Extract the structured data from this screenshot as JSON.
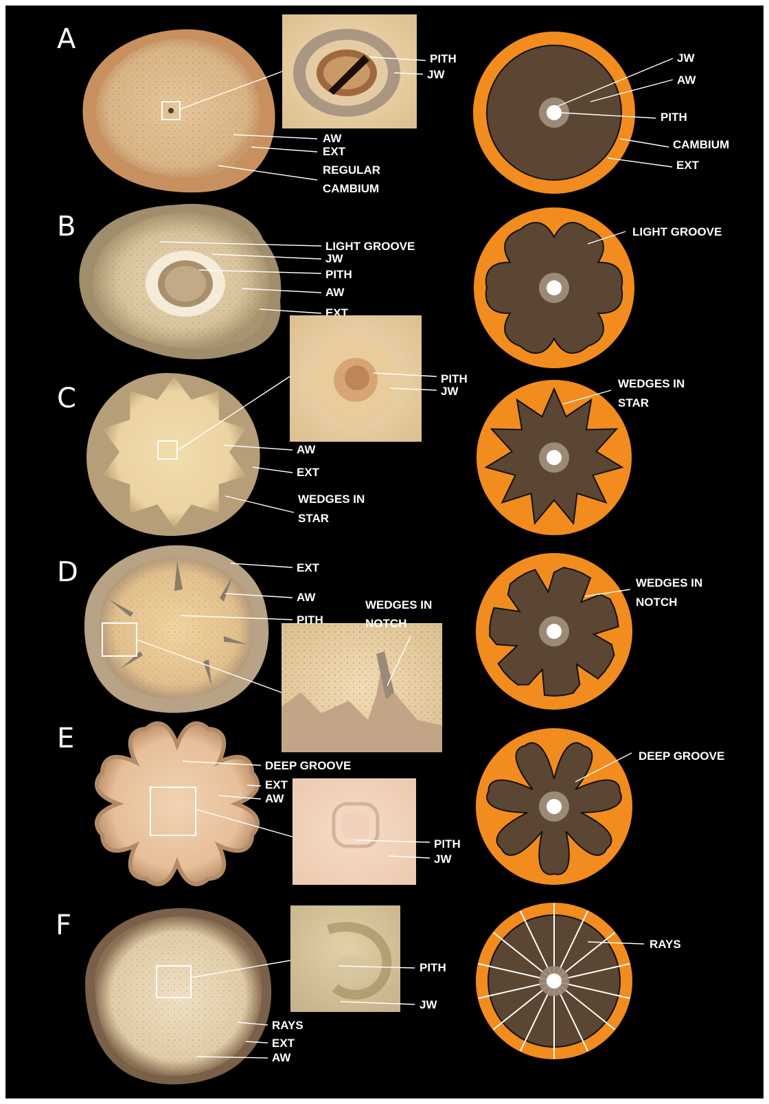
{
  "panels": [
    {
      "letter": "A",
      "photo_labels": [
        "AW",
        "EXT",
        "REGULAR",
        "CAMBIUM"
      ],
      "inset_labels": [
        "PITH",
        "JW"
      ],
      "diagram_labels": [
        "JW",
        "AW",
        "PITH",
        "CAMBIUM",
        "EXT"
      ]
    },
    {
      "letter": "B",
      "photo_labels": [
        "LIGHT GROOVE",
        "JW",
        "PITH",
        "AW",
        "EXT"
      ],
      "diagram_labels": [
        "LIGHT GROOVE"
      ]
    },
    {
      "letter": "C",
      "photo_labels": [
        "AW",
        "EXT",
        "WEDGES IN",
        "STAR"
      ],
      "inset_labels": [
        "PITH",
        "JW"
      ],
      "diagram_labels": [
        "WEDGES IN",
        "STAR"
      ]
    },
    {
      "letter": "D",
      "photo_labels": [
        "EXT",
        "AW",
        "PITH",
        "WEDGES IN",
        "NOTCH"
      ],
      "diagram_labels": [
        "WEDGES IN",
        "NOTCH"
      ]
    },
    {
      "letter": "E",
      "photo_labels": [
        "DEEP GROOVE",
        "EXT",
        "AW"
      ],
      "inset_labels": [
        "PITH",
        "JW"
      ],
      "diagram_labels": [
        "DEEP GROOVE"
      ]
    },
    {
      "letter": "F",
      "photo_labels": [
        "RAYS",
        "EXT",
        "AW"
      ],
      "inset_labels": [
        "PITH",
        "JW"
      ],
      "diagram_labels": [
        "RAYS"
      ]
    }
  ],
  "colors": {
    "background": "#000000",
    "diagram_ext": "#F28C1E",
    "diagram_wood": "#5A4632",
    "diagram_jw": "#9C8A78",
    "diagram_pith": "#ffffff"
  }
}
